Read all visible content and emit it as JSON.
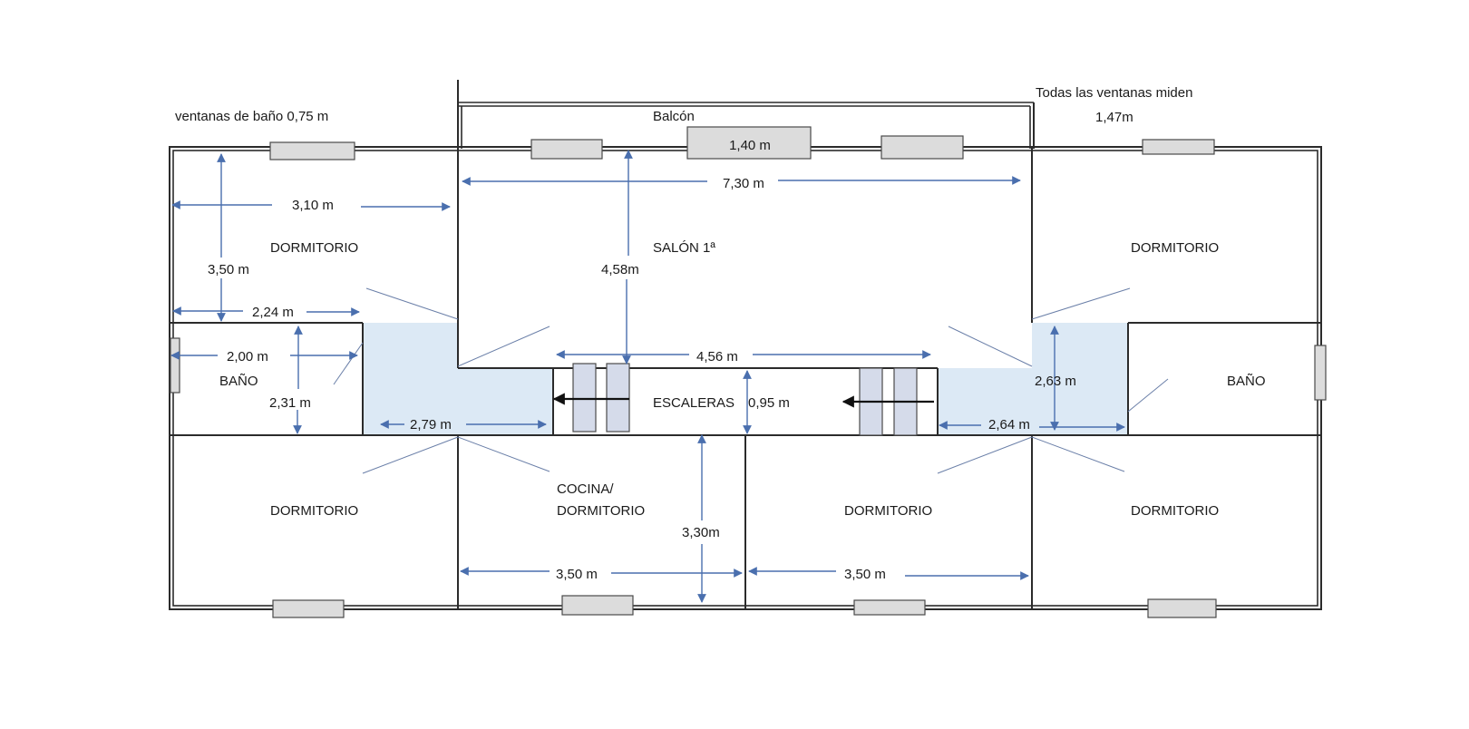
{
  "notes": {
    "bath_windows": "ventanas de baño 0,75 m",
    "all_windows_line1": "Todas las ventanas miden",
    "all_windows_line2": "1,47m",
    "balcony": "Balcón",
    "balcony_window": "1,40 m"
  },
  "rooms": {
    "bedroom_top_left": "DORMITORIO",
    "living": "SALÓN 1ª",
    "bedroom_top_right": "DORMITORIO",
    "bath_left": "BAÑO",
    "stairs": "ESCALERAS",
    "bath_right": "BAÑO",
    "bedroom_bottom_left": "DORMITORIO",
    "kitchen_line1": "COCINA/",
    "kitchen_line2": "DORMITORIO",
    "bedroom_bottom_mid": "DORMITORIO",
    "bedroom_bottom_right": "DORMITORIO"
  },
  "dimensions": {
    "d_3_10": "3,10 m",
    "d_7_30": "7,30 m",
    "d_3_50_left": "3,50 m",
    "d_4_58": "4,58m",
    "d_2_24": "2,24 m",
    "d_2_00": "2,00 m",
    "d_4_56": "4,56 m",
    "d_2_31": "2,31 m",
    "d_0_95": "0,95 m",
    "d_2_63": "2,63 m",
    "d_2_79": "2,79 m",
    "d_2_64": "2,64 m",
    "d_3_30": "3,30m",
    "d_3_50_a": "3,50 m",
    "d_3_50_b": "3,50 m"
  },
  "colors": {
    "hallway": "#dce9f5",
    "dimension_arrows": "#4a6fae",
    "windows": "#dcdcdc",
    "stair_treads": "#d5dbea"
  }
}
